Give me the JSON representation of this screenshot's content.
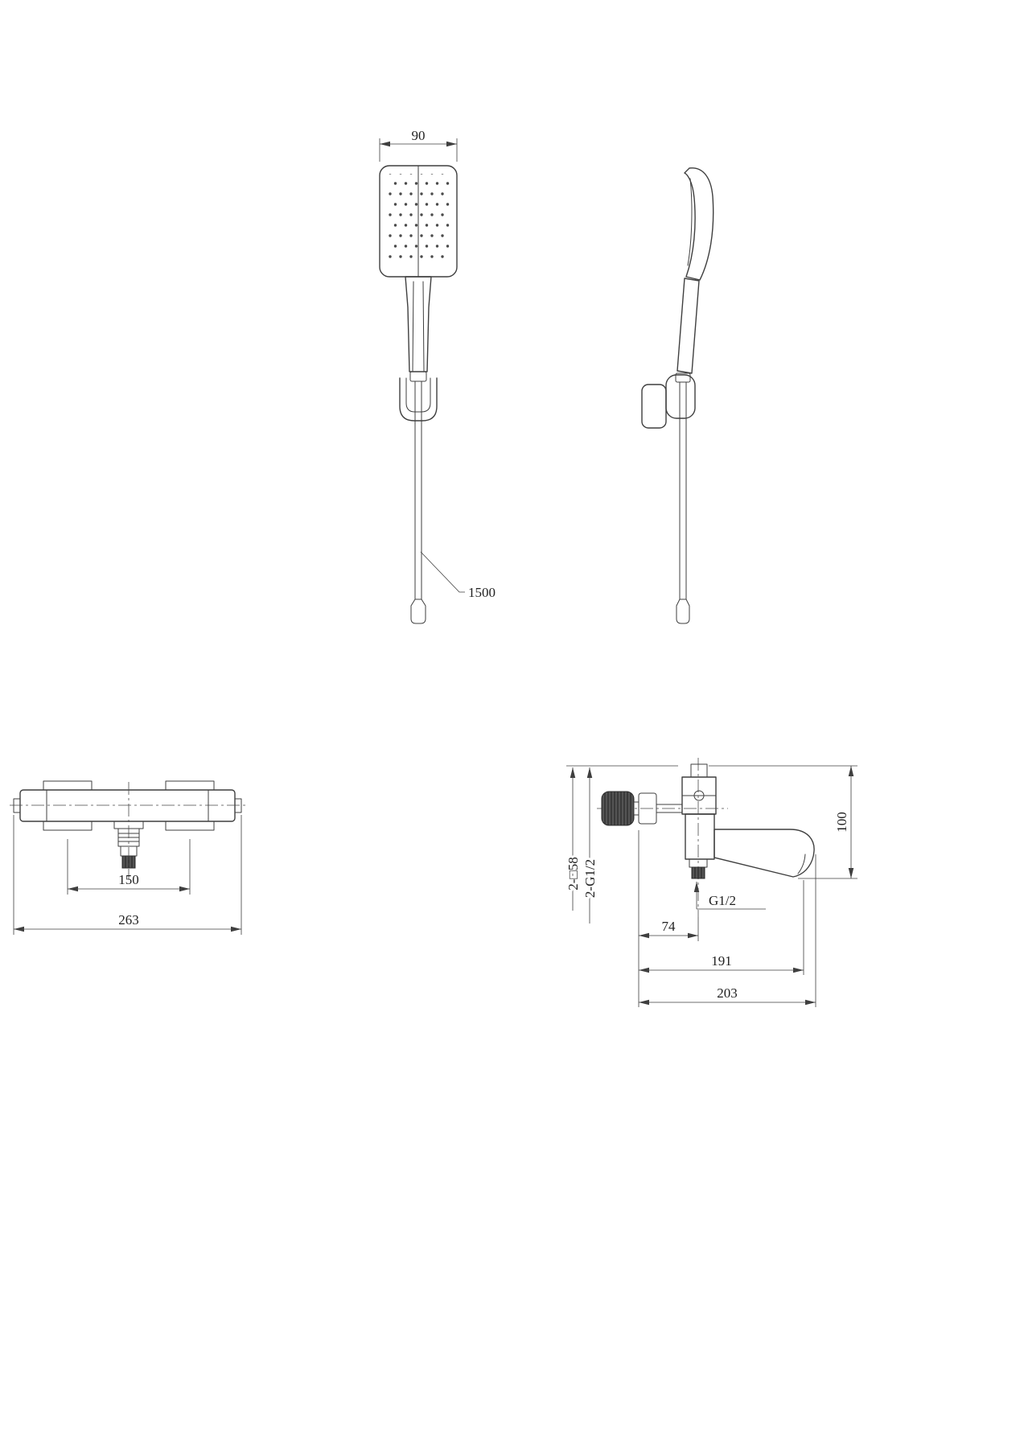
{
  "labels": {
    "head_width": "90",
    "hose_length": "1500",
    "port_spacing": "150",
    "overall_width": "263",
    "square58": "2-□58",
    "double_g12": "2-G1/2",
    "g12": "G1/2",
    "height_100": "100",
    "offset_74": "74",
    "length_191": "191",
    "length_203": "203"
  }
}
